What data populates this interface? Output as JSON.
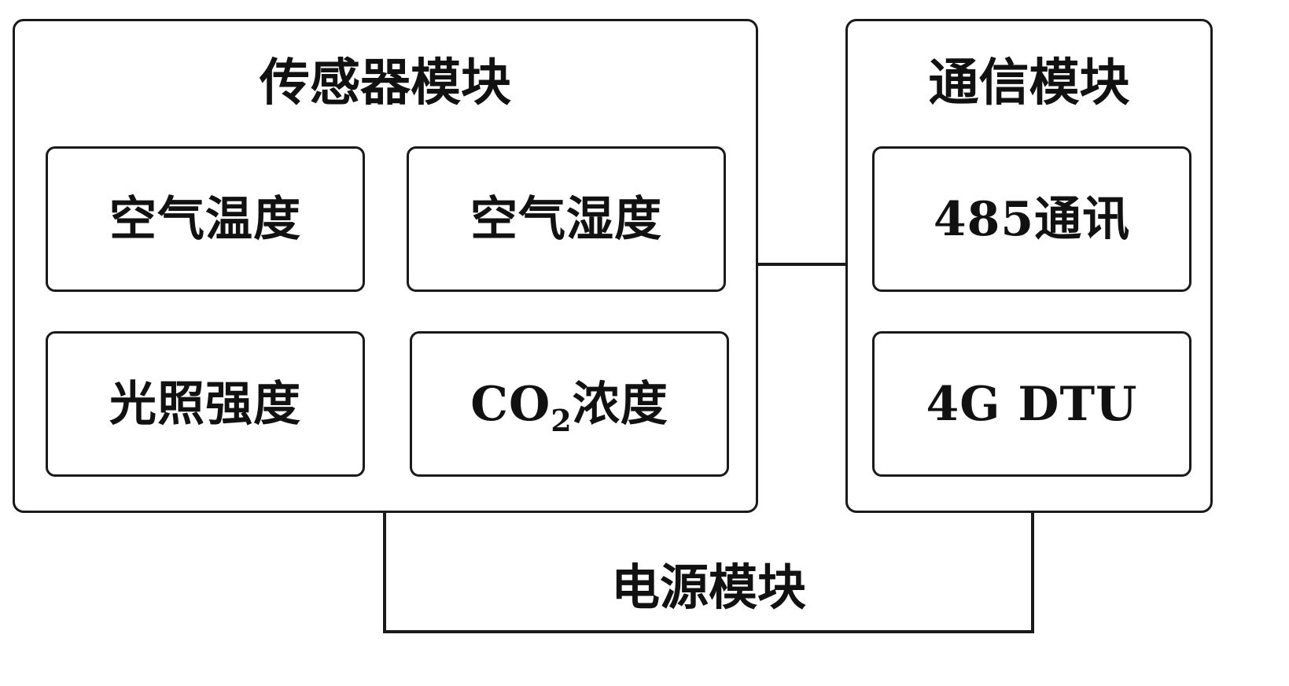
{
  "sensor_module": {
    "title": "传感器模块",
    "items": [
      {
        "label": "空气温度"
      },
      {
        "label": "空气湿度"
      },
      {
        "label": "光照强度"
      },
      {
        "label_main": "CO",
        "label_sub": "2",
        "label_rest": "浓度"
      }
    ]
  },
  "comm_module": {
    "title": "通信模块",
    "items": [
      {
        "label": "485通讯"
      },
      {
        "label": "4G DTU"
      }
    ]
  },
  "power_module": {
    "title": "电源模块"
  }
}
